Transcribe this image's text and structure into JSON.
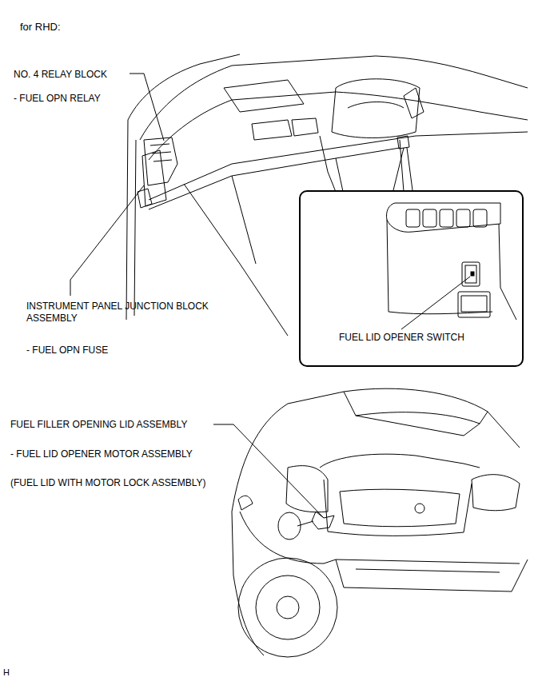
{
  "diagram": {
    "nodes": [
      {
        "text": [
          "FUEL LID OPENER SWITCH"
        ]
      }
    ],
    "labels": [
      "for RHD:",
      "NO. 4 RELAY BLOCK",
      "- FUEL OPN   RELAY",
      "INSTRUMENT PANEL JUNCTION BLOCK ASSEMBLY",
      "- FUEL OPN FUSE",
      "FUEL FILLER OPENING LID ASSEMBLY",
      "- FUEL LID OPENER MOTOR ASSEMBLY",
      "(FUEL LID WITH MOTOR LOCK ASSEMBLY)",
      "H"
    ]
  }
}
